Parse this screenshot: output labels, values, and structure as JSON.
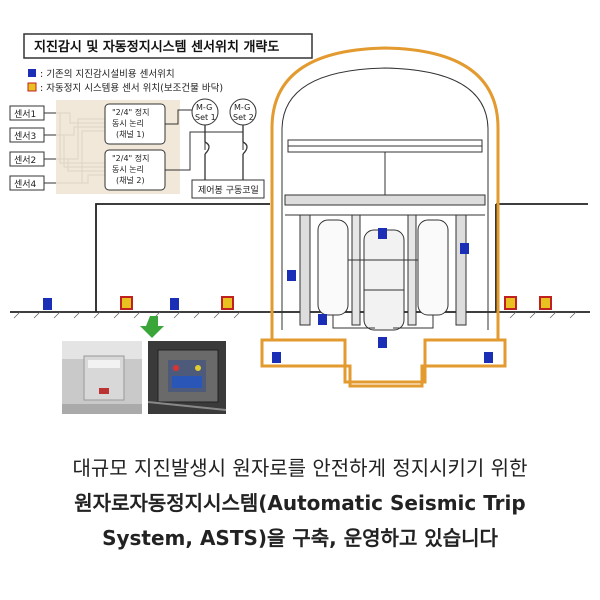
{
  "title": "지진감시 및 자동정지시스템 센서위치 개략도",
  "legend": {
    "item1": ": 기존의 지진감시설비용 센서위치",
    "item2": ": 자동정지 시스템용 센서 위치(보조건물 바닥)",
    "item1_color": "#1a2fb5",
    "item2_color": "#e8c020"
  },
  "logic": {
    "sensors": [
      "센서1",
      "센서3",
      "센서2",
      "센서4"
    ],
    "channel1": [
      "\"2/4\" 정지",
      "동시 논리",
      "(채널 1)"
    ],
    "channel2": [
      "\"2/4\" 정지",
      "동시 논리",
      "(채널 2)"
    ],
    "mg_set1": [
      "M-G",
      "Set 1"
    ],
    "mg_set2": [
      "M-G",
      "Set 2"
    ],
    "coil": "제어봉 구동코일"
  },
  "captions": {
    "line1": "대규모 지진발생시 원자로를 안전하게 정지시키기 위한",
    "line2": "원자로자동정지시스템(Automatic Seismic Trip",
    "line3": "System, ASTS)을 구축, 운영하고 있습니다"
  },
  "colors": {
    "dome_outline": "#e39a2e",
    "ground": "#222222",
    "arrow": "#3aa63a"
  }
}
